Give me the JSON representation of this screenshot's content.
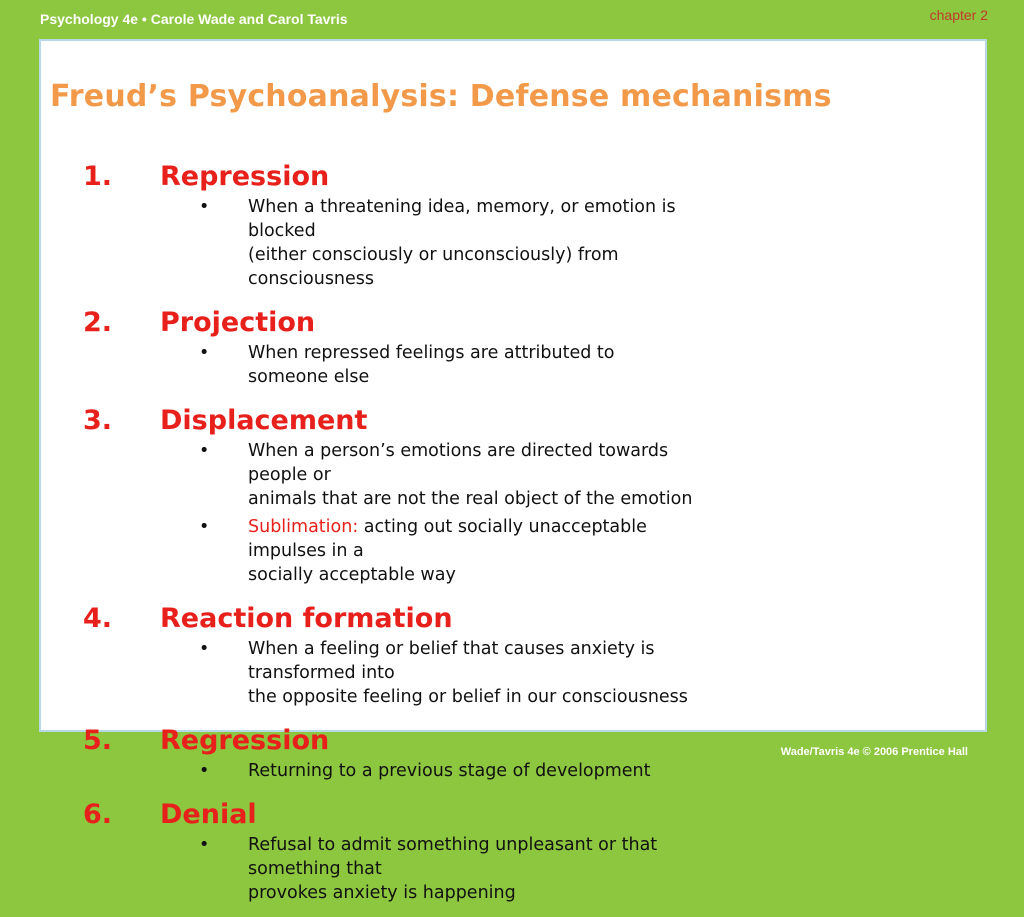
{
  "header": {
    "title": "Psychology 4e  •  Carole Wade and Carol Tavris",
    "chapter": "chapter 2"
  },
  "slide": {
    "title": "Freud’s Psychoanalysis: Defense mechanisms",
    "items": [
      {
        "number": "1.",
        "heading": "Repression",
        "bullets": [
          {
            "lines": [
              "When a threatening idea, memory, or emotion is blocked",
              "(either consciously or unconsciously) from consciousness"
            ]
          }
        ]
      },
      {
        "number": "2.",
        "heading": "Projection",
        "bullets": [
          {
            "lines": [
              "When repressed feelings are attributed to someone else"
            ]
          }
        ]
      },
      {
        "number": "3.",
        "heading": "Displacement",
        "bullets": [
          {
            "lines": [
              "When a person’s emotions are directed towards people or",
              "animals that are not the real object of the emotion"
            ]
          },
          {
            "term": "Sublimation:",
            "lines": [
              " acting out socially unacceptable impulses in a",
              "socially acceptable way"
            ]
          }
        ]
      },
      {
        "number": "4.",
        "heading": "Reaction formation",
        "bullets": [
          {
            "lines": [
              "When a feeling or belief that causes anxiety is transformed into",
              "the opposite feeling or belief in our consciousness"
            ]
          }
        ]
      },
      {
        "number": "5.",
        "heading": "Regression",
        "bullets": [
          {
            "lines": [
              "Returning to a previous stage of development"
            ]
          }
        ]
      },
      {
        "number": "6.",
        "heading": "Denial",
        "bullets": [
          {
            "lines": [
              "Refusal to admit something unpleasant or that something that",
              "provokes anxiety is happening"
            ]
          }
        ]
      }
    ]
  },
  "footer": {
    "credit": "Wade/Tavris 4e © 2006 Prentice Hall"
  },
  "colors": {
    "background": "#8dc63f",
    "title": "#f39a4a",
    "heading": "#e8201c",
    "panel_border": "#b7d9e6"
  }
}
